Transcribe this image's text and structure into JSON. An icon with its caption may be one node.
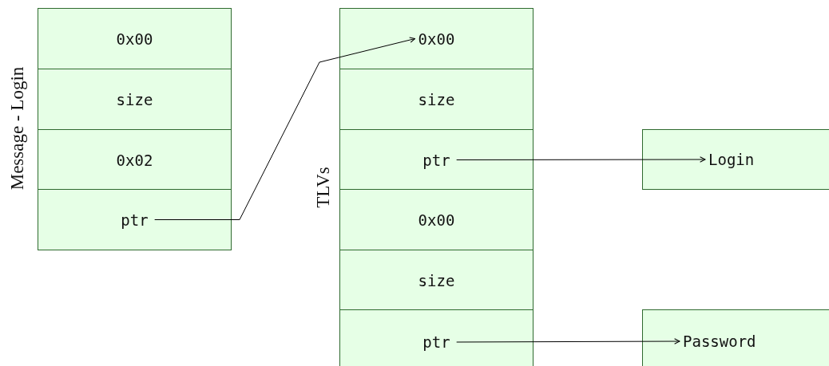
{
  "diagram": {
    "nodes": [
      {
        "text": [
          "Message - Login"
        ]
      },
      {
        "text": [
          "0x00"
        ],
        "in": 0
      },
      {
        "text": [
          "size"
        ],
        "in": 0
      },
      {
        "text": [
          "0x02"
        ],
        "in": 0
      },
      {
        "text": [
          "ptr"
        ],
        "in": 0
      },
      {
        "text": [
          "TLVs"
        ]
      },
      {
        "text": [
          "0x00"
        ],
        "in": 5
      },
      {
        "text": [
          "size"
        ],
        "in": 5
      },
      {
        "text": [
          "ptr"
        ],
        "in": 5
      },
      {
        "text": [
          "0x00"
        ],
        "in": 5
      },
      {
        "text": [
          "size"
        ],
        "in": 5
      },
      {
        "text": [
          "ptr"
        ],
        "in": 5
      },
      {
        "text": [
          "Login"
        ]
      },
      {
        "text": [
          "Password"
        ]
      }
    ],
    "edges": [
      {
        "from": 4,
        "to": 6,
        "arrow": "to"
      },
      {
        "from": 8,
        "to": 12,
        "arrow": "to"
      },
      {
        "from": 11,
        "to": 13,
        "arrow": "to"
      }
    ]
  }
}
